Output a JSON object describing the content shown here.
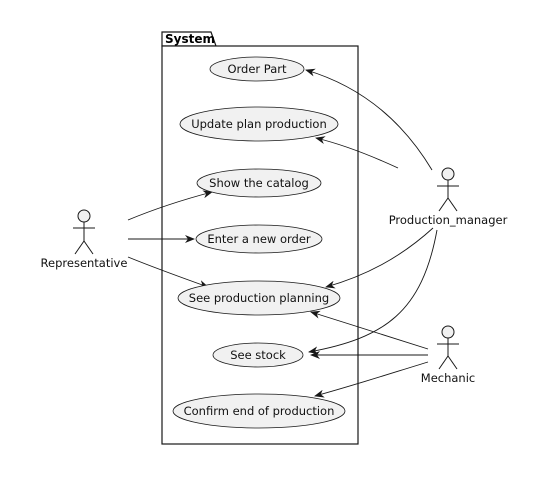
{
  "system": {
    "title": "System"
  },
  "use_cases": [
    {
      "id": "uc-order-part",
      "label": "Order Part"
    },
    {
      "id": "uc-update-plan",
      "label": "Update plan production"
    },
    {
      "id": "uc-show-catalog",
      "label": "Show the catalog"
    },
    {
      "id": "uc-enter-order",
      "label": "Enter a new order"
    },
    {
      "id": "uc-see-planning",
      "label": "See production planning"
    },
    {
      "id": "uc-see-stock",
      "label": "See stock"
    },
    {
      "id": "uc-confirm-end",
      "label": "Confirm end of production"
    }
  ],
  "actors": [
    {
      "id": "actor-representative",
      "label": "Representative"
    },
    {
      "id": "actor-production-manager",
      "label": "Production_manager"
    },
    {
      "id": "actor-mechanic",
      "label": "Mechanic"
    }
  ],
  "edges": [
    {
      "from": "actor-representative",
      "to": "uc-show-catalog"
    },
    {
      "from": "actor-representative",
      "to": "uc-enter-order"
    },
    {
      "from": "actor-representative",
      "to": "uc-see-planning"
    },
    {
      "from": "actor-production-manager",
      "to": "uc-order-part"
    },
    {
      "from": "actor-production-manager",
      "to": "uc-update-plan"
    },
    {
      "from": "actor-production-manager",
      "to": "uc-see-planning"
    },
    {
      "from": "actor-production-manager",
      "to": "uc-see-stock"
    },
    {
      "from": "actor-mechanic",
      "to": "uc-see-planning"
    },
    {
      "from": "actor-mechanic",
      "to": "uc-see-stock"
    },
    {
      "from": "actor-mechanic",
      "to": "uc-confirm-end"
    }
  ],
  "colors": {
    "shape_fill": "#f1f1f1",
    "stroke": "#181818"
  }
}
